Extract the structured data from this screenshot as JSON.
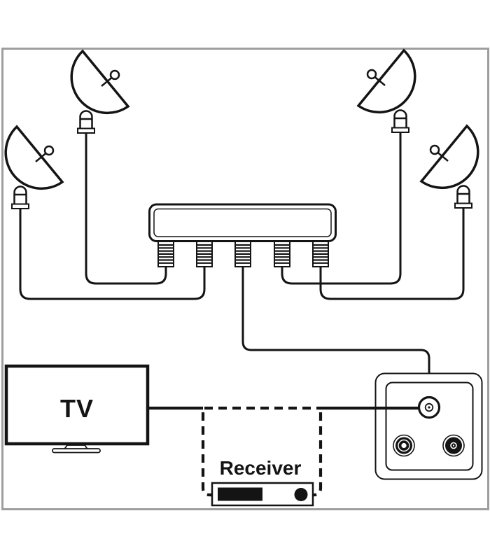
{
  "labels": {
    "tv": "TV",
    "receiver": "Receiver"
  },
  "colors": {
    "background": "#ffffff",
    "frame_border": "#9e9e9e",
    "line": "#141414",
    "device_fill": "#ffffff"
  },
  "devices": {
    "satellite_dishes": [
      {
        "name": "satellite-dish-outer-left"
      },
      {
        "name": "satellite-dish-inner-left"
      },
      {
        "name": "satellite-dish-inner-right"
      },
      {
        "name": "satellite-dish-outer-right"
      }
    ],
    "multiswitch": {
      "name": "multiswitch",
      "port_count": 5
    },
    "tv": {
      "label": "TV"
    },
    "receiver": {
      "label": "Receiver",
      "parts": [
        "display",
        "knob"
      ]
    },
    "wall_outlet": {
      "name": "coax-wall-outlet",
      "connector_count": 3
    }
  },
  "connections": {
    "solid_line_meaning": "coax-cable",
    "dashed_line_meaning": "optional-path-through-receiver"
  }
}
